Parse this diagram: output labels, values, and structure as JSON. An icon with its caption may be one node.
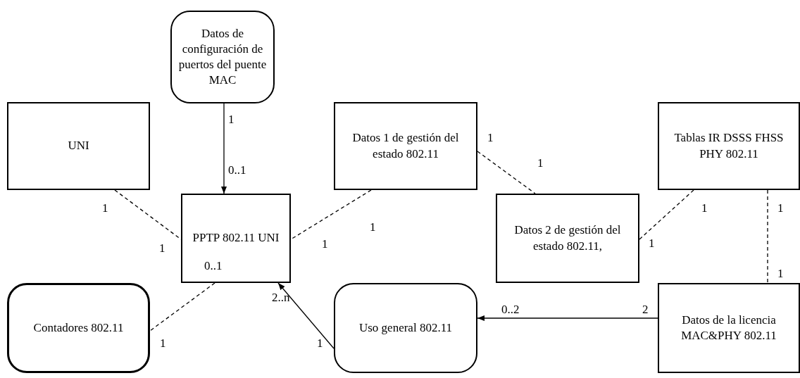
{
  "diagram": {
    "nodes": [
      {
        "text": [
          "Datos de configuración de puertos del puente MAC"
        ]
      },
      {
        "text": [
          "UNI"
        ]
      },
      {
        "text": [
          "PPTP 802.11 UNI"
        ]
      },
      {
        "text": [
          "Datos 1 de gestión del estado 802.11"
        ]
      },
      {
        "text": [
          "Datos 2 de gestión del estado 802.11,"
        ]
      },
      {
        "text": [
          "Tablas IR DSSS FHSS PHY 802.11"
        ]
      },
      {
        "text": [
          "Contadores 802.11"
        ]
      },
      {
        "text": [
          "Uso general 802.11"
        ]
      },
      {
        "text": [
          "Datos de la licencia MAC&PHY 802.11"
        ]
      }
    ],
    "edges": [
      {
        "from": 0,
        "to": 2,
        "arrow": "to"
      },
      {
        "from": 1,
        "to": 2,
        "arrow": "none",
        "style": "dashed"
      },
      {
        "from": 3,
        "to": 2,
        "arrow": "none",
        "style": "dashed"
      },
      {
        "from": 3,
        "to": 4,
        "arrow": "none",
        "style": "dashed"
      },
      {
        "from": 5,
        "to": 4,
        "arrow": "none",
        "style": "dashed"
      },
      {
        "from": 5,
        "to": 8,
        "arrow": "none",
        "style": "dashed"
      },
      {
        "from": 2,
        "to": 6,
        "arrow": "none",
        "style": "dashed"
      },
      {
        "from": 7,
        "to": 2,
        "arrow": "to"
      },
      {
        "from": 8,
        "to": 7,
        "arrow": "to"
      }
    ],
    "labels": [
      "1",
      "1",
      "1",
      "0..1",
      "1",
      "1",
      "1",
      "1",
      "1",
      "1",
      "1",
      "0..1",
      "1",
      "2..n",
      "0..2",
      "2",
      "1",
      "1"
    ]
  }
}
